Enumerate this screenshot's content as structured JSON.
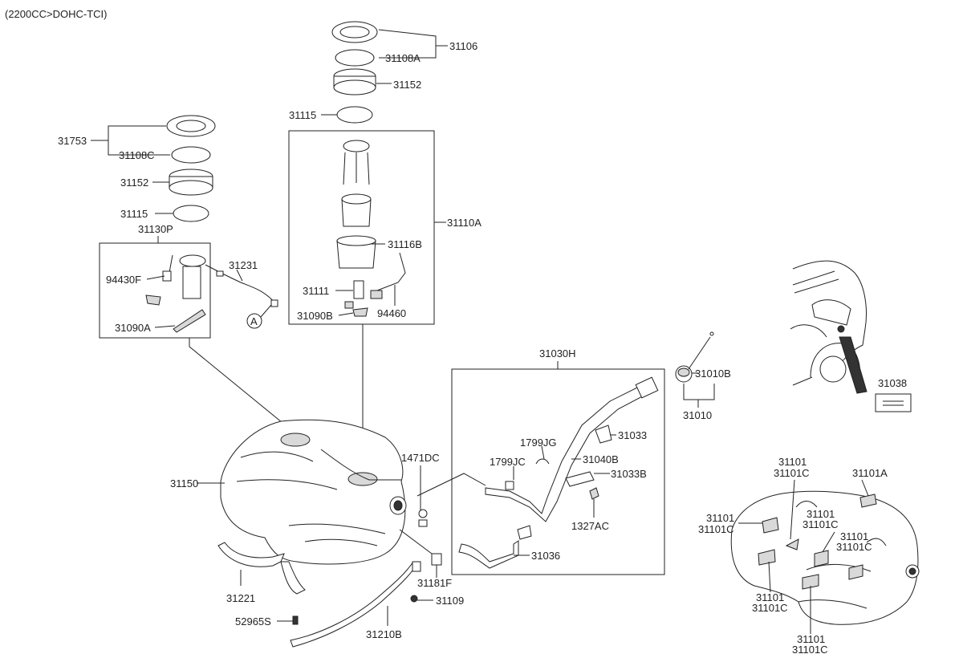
{
  "header": {
    "engine": "(2200CC>DOHC-TCI)"
  },
  "callouts": {
    "c31106": "31106",
    "c31108A": "31108A",
    "c31152_top": "31152",
    "c31115_top": "31115",
    "c31110A": "31110A",
    "c31116B": "31116B",
    "c31111": "31111",
    "c31090B": "31090B",
    "c94460": "94460",
    "c31753": "31753",
    "c31108C": "31108C",
    "c31152_left": "31152",
    "c31115_left": "31115",
    "c31130P": "31130P",
    "c94430F": "94430F",
    "c31090A": "31090A",
    "c31231": "31231",
    "ref_A": "A",
    "c31030H": "31030H",
    "c1799JG": "1799JG",
    "c1799JC": "1799JC",
    "c31033": "31033",
    "c31040B": "31040B",
    "c31033B": "31033B",
    "c1327AC": "1327AC",
    "c31036": "31036",
    "c1471DC": "1471DC",
    "c31150": "31150",
    "c31221": "31221",
    "c52965S": "52965S",
    "c31181F": "31181F",
    "c31109": "31109",
    "c31210B": "31210B",
    "c31010B": "31010B",
    "c31010": "31010",
    "c31038": "31038",
    "c31101_a": "31101",
    "c31101C_a": "31101C",
    "c31101A": "31101A",
    "c31101_b": "31101",
    "c31101C_b": "31101C",
    "c31101_c": "31101",
    "c31101C_c": "31101C",
    "c31101_d": "31101",
    "c31101C_d": "31101C",
    "c31101_e": "31101",
    "c31101C_e": "31101C",
    "c31101_f": "31101",
    "c31101C_f": "31101C"
  }
}
